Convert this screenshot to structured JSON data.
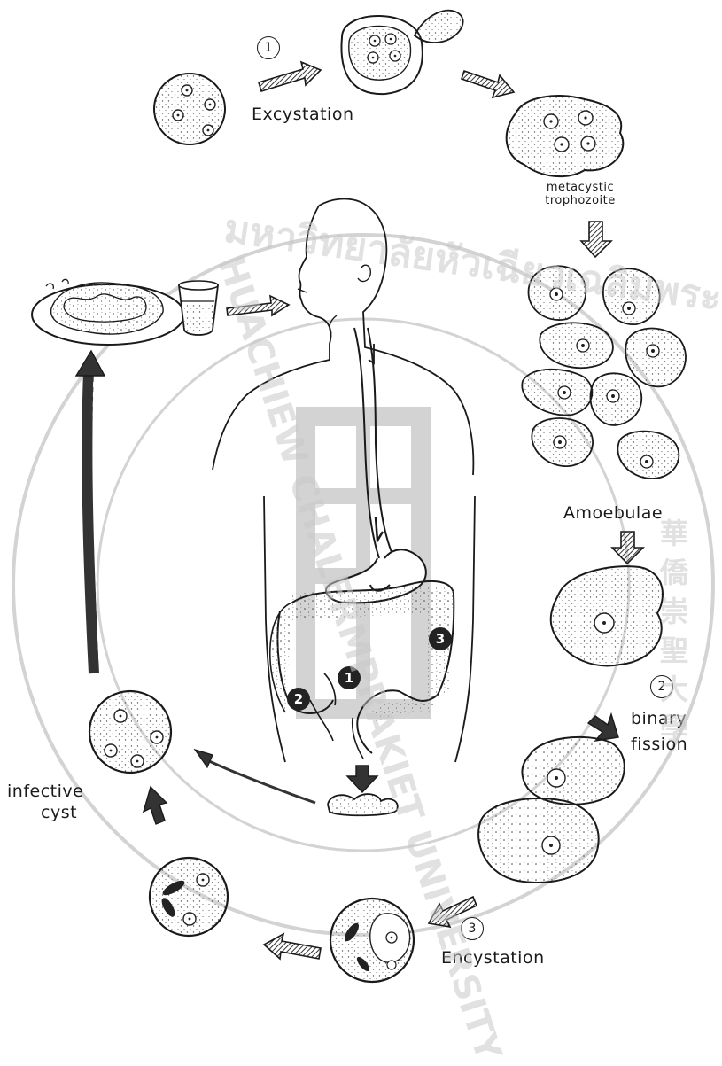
{
  "labels": {
    "excystation": "Excystation",
    "metacystic_line1": "metacystic",
    "metacystic_line2": "trophozoite",
    "amoebulae": "Amoebulae",
    "binary": "binary",
    "fission": "fission",
    "encystation": "Encystation",
    "infective": "infective",
    "cyst": "cyst"
  },
  "stage_numbers": {
    "excystation": "1",
    "binary_fission": "2",
    "encystation": "3"
  },
  "colon_markers": [
    "1",
    "2",
    "3"
  ],
  "watermark": {
    "thai_text": "มหาวิทยาลัยหัวเฉียวเฉลิมพระเกียรติ",
    "english_text": "HUACHIEW CHALERMPRAKIET UNIVERSITY",
    "chinese_text": "華僑崇聖大學"
  }
}
